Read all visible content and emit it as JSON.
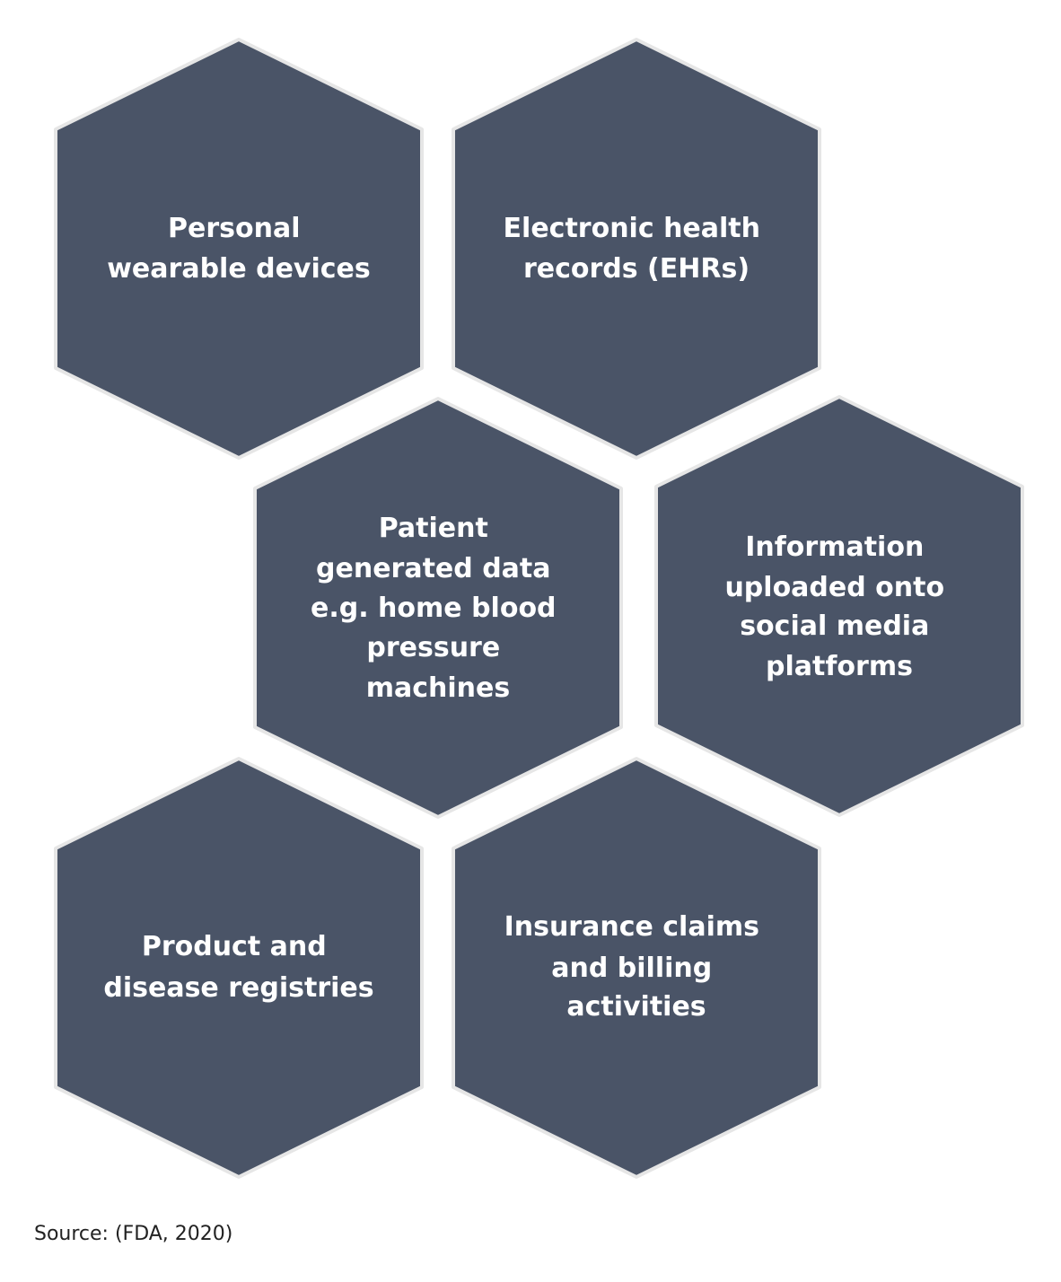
{
  "colors": {
    "hex_fill": "#4a5467",
    "hex_stroke": "#e6e6e6",
    "label_text": "#ffffff",
    "source_text": "#222222"
  },
  "hexagons": [
    {
      "lines": [
        "Personal",
        "wearable devices"
      ]
    },
    {
      "lines": [
        "Electronic health",
        "records (EHRs)"
      ]
    },
    {
      "lines": [
        "Patient",
        "generated data",
        "e.g. home blood",
        "pressure",
        "machines"
      ]
    },
    {
      "lines": [
        "Information",
        "uploaded onto",
        "social media",
        "platforms"
      ]
    },
    {
      "lines": [
        "Product and",
        "disease registries"
      ]
    },
    {
      "lines": [
        "Insurance claims",
        "and billing",
        "activities"
      ]
    }
  ],
  "source": "Source: (FDA, 2020)"
}
